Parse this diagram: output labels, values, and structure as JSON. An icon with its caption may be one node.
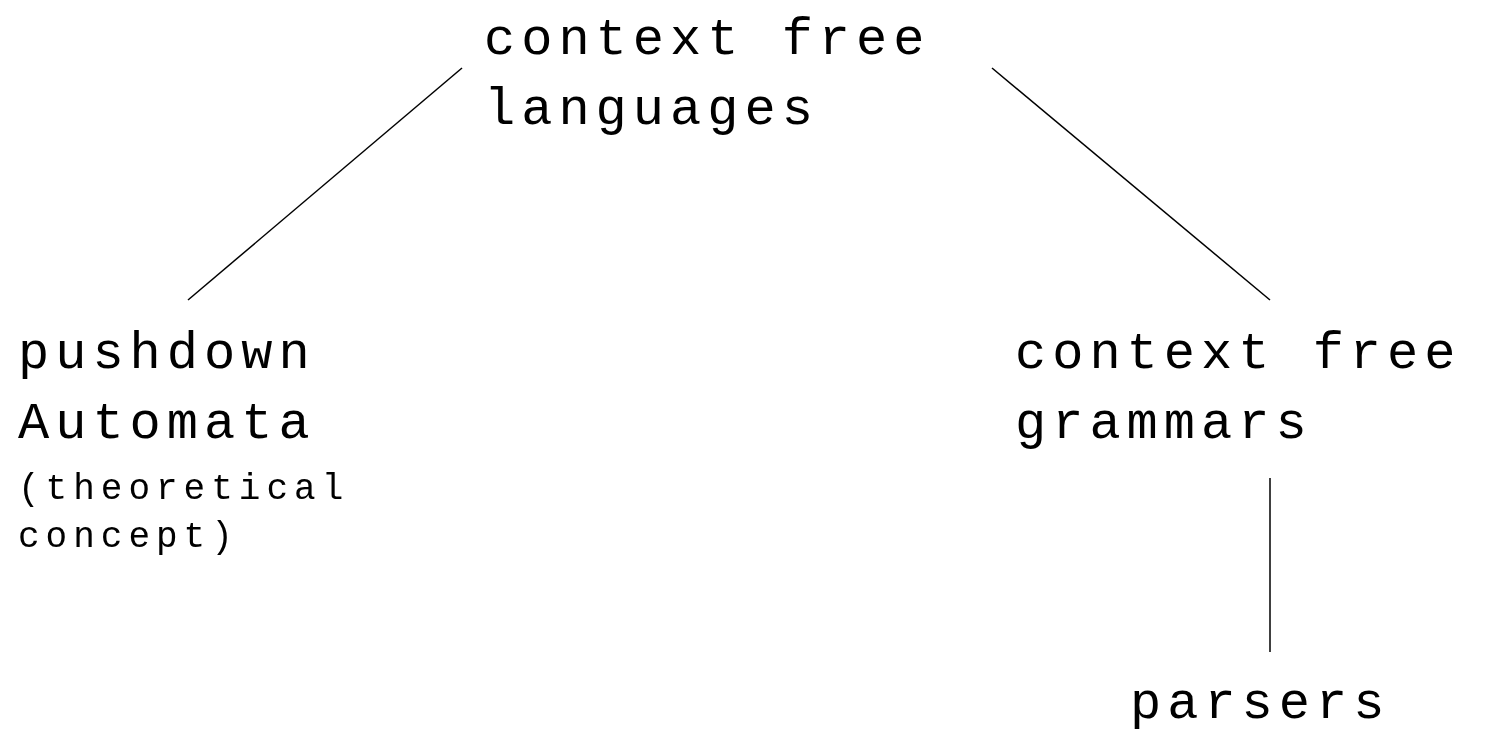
{
  "diagram": {
    "nodes": [
      {
        "text": [
          "context free languages"
        ]
      },
      {
        "text": [
          "pushdown Automata",
          "(theoretical concept)"
        ]
      },
      {
        "text": [
          "context free grammars"
        ]
      },
      {
        "text": [
          "parsers"
        ]
      }
    ],
    "edges": [
      {
        "from": 0,
        "to": 1,
        "arrow": "none"
      },
      {
        "from": 0,
        "to": 2,
        "arrow": "none"
      },
      {
        "from": 2,
        "to": 3,
        "arrow": "none"
      }
    ]
  }
}
